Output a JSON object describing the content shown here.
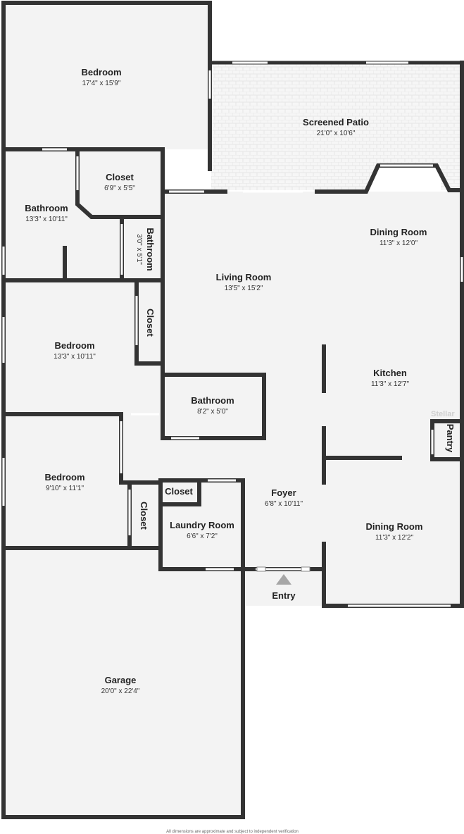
{
  "rooms": {
    "bedroom_master": {
      "name": "Bedroom",
      "dim": "17'4\" x 15'9\""
    },
    "screened_patio": {
      "name": "Screened Patio",
      "dim": "21'0\" x 10'6\""
    },
    "closet_master": {
      "name": "Closet",
      "dim": "6'9\" x 5'5\""
    },
    "bathroom_master": {
      "name": "Bathroom",
      "dim": "13'3\" x 10'11\""
    },
    "bathroom_small": {
      "name": "Bathroom",
      "dim": "3'0\" x 5'1\""
    },
    "dining_room_top": {
      "name": "Dining Room",
      "dim": "11'3\" x 12'0\""
    },
    "living_room": {
      "name": "Living Room",
      "dim": "13'5\" x 15'2\""
    },
    "closet_mid": {
      "name": "Closet"
    },
    "bedroom_mid": {
      "name": "Bedroom",
      "dim": "13'3\" x 10'11\""
    },
    "kitchen": {
      "name": "Kitchen",
      "dim": "11'3\" x 12'7\""
    },
    "bathroom_hall": {
      "name": "Bathroom",
      "dim": "8'2\" x 5'0\""
    },
    "pantry": {
      "name": "Pantry"
    },
    "bedroom_lower": {
      "name": "Bedroom",
      "dim": "9'10\" x 11'1\""
    },
    "closet_laundry": {
      "name": "Closet"
    },
    "closet_lower": {
      "name": "Closet"
    },
    "foyer": {
      "name": "Foyer",
      "dim": "6'8\" x 10'11\""
    },
    "laundry_room": {
      "name": "Laundry Room",
      "dim": "6'6\" x 7'2\""
    },
    "dining_room_bottom": {
      "name": "Dining Room",
      "dim": "11'3\" x 12'2\""
    },
    "garage": {
      "name": "Garage",
      "dim": "20'0\" x 22'4\""
    }
  },
  "entry_label": "Entry",
  "watermark": "Stellar",
  "footnote": "All dimensions are approximate and subject to independent verification"
}
